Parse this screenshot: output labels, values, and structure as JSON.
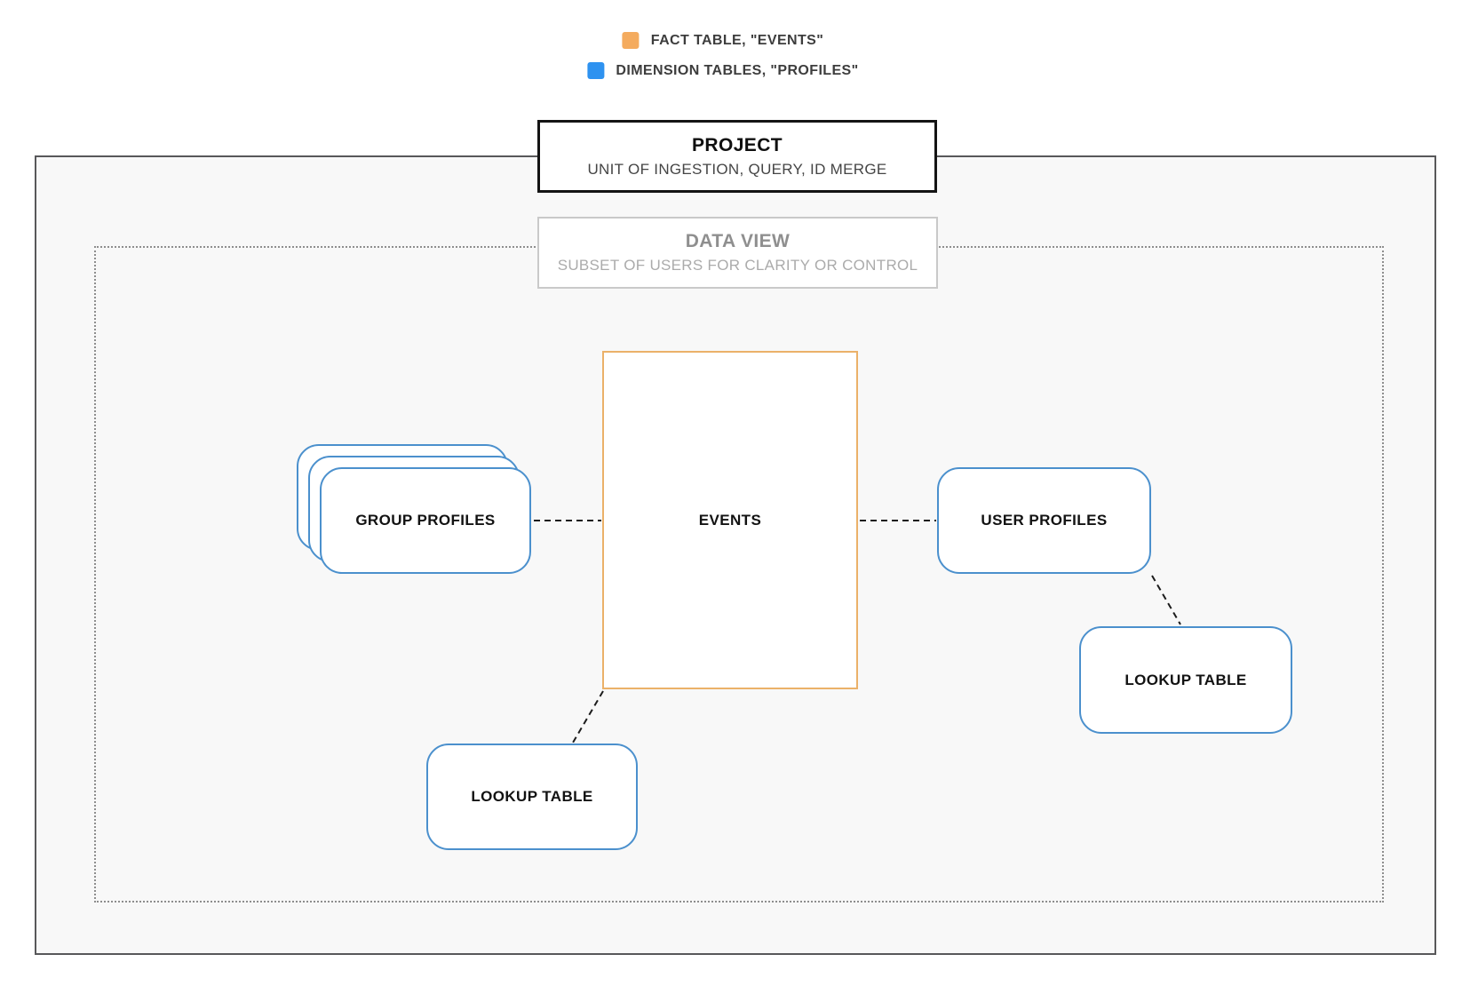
{
  "legend": {
    "items": [
      {
        "id": "fact-table",
        "label": "FACT TABLE, \"EVENTS\"",
        "color": "#F4AB5E"
      },
      {
        "id": "dimension-tables",
        "label": "DIMENSION TABLES, \"PROFILES\"",
        "color": "#2E92F0"
      }
    ]
  },
  "project_box": {
    "title": "PROJECT",
    "subtitle": "UNIT OF INGESTION, QUERY, ID MERGE"
  },
  "data_view_box": {
    "title": "DATA VIEW",
    "subtitle": "SUBSET OF USERS FOR CLARITY OR CONTROL"
  },
  "nodes": {
    "events": {
      "label": "EVENTS",
      "kind": "fact-table",
      "border_color": "#EBB169"
    },
    "group_profiles": {
      "label": "GROUP PROFILES",
      "kind": "dimension-table",
      "border_color": "#4B90CD"
    },
    "user_profiles": {
      "label": "USER PROFILES",
      "kind": "dimension-table",
      "border_color": "#4B90CD"
    },
    "lookup_table_bottom": {
      "label": "LOOKUP TABLE",
      "kind": "dimension-table",
      "border_color": "#4B90CD"
    },
    "lookup_table_right": {
      "label": "LOOKUP TABLE",
      "kind": "dimension-table",
      "border_color": "#4B90CD"
    }
  },
  "colors": {
    "fact_accent": "#F4AB5E",
    "dimension_accent": "#2E92F0",
    "node_border_blue": "#4B90CD",
    "node_border_orange": "#EBB169",
    "boundary_fill": "#F8F8F8",
    "boundary_border": "#58585A",
    "dotted_border": "#8E8E8E",
    "connector": "#1C1C1C"
  }
}
